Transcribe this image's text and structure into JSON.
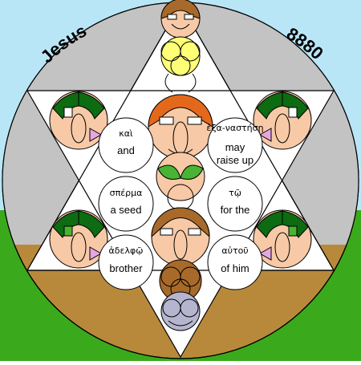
{
  "title": "Jesus",
  "number": "8880",
  "word_circles": [
    {
      "greek": "καὶ",
      "english": "and"
    },
    {
      "greek": "ἐξα-ναστήσῃ",
      "english": "may raise up"
    },
    {
      "greek": "σπέρμα",
      "english": "a seed"
    },
    {
      "greek": "τῷ",
      "english": "for the"
    },
    {
      "greek": "ἀδελφῷ",
      "english": "brother"
    },
    {
      "greek": "αὐτοῦ",
      "english": "of him"
    }
  ],
  "colors": {
    "sky": "#b9e6f7",
    "grass": "#3aaa1c",
    "disc_upper": "#c3c3c3",
    "disc_lower": "#b8893a",
    "star_white": "#ffffff",
    "face_skin": "#f7c9a6",
    "hair_orange": "#e4681b",
    "hair_brown": "#a86a2a",
    "leaf_green": "#49b433",
    "dark_green": "#0d6b12",
    "pink": "#e6a6e0",
    "yellow": "#ffff77",
    "grey_blue": "#b5b5cf"
  }
}
